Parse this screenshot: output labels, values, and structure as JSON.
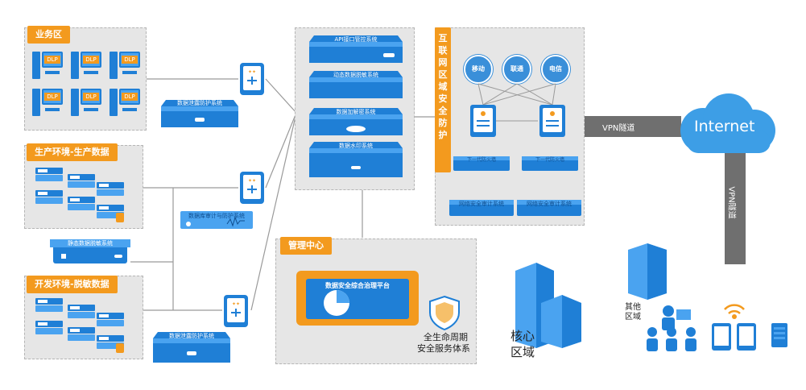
{
  "colors": {
    "accent": "#f39a1e",
    "device": "#1f7fd6",
    "device_dark": "#0f4e8f",
    "tunnel": "#6f6f6f",
    "cloud": "#3d9ee6",
    "zone": "#e6e6e6"
  },
  "zones": {
    "business": "业务区",
    "production": "生产环境-生产数据",
    "development": "开发环境-脱敏数据",
    "management": "管理中心",
    "internet_security": "互联网区域安全防护"
  },
  "dlp_label": "DLP",
  "devices": {
    "dlp_top": "数据泄露防护系统",
    "db_audit": "数据库审计与防护系统",
    "static_mask": "静态数据脱敏系统",
    "dlp_bottom": "数据泄露防护系统",
    "api_gateway": "API接口管控系统",
    "dynamic_mask": "动态数据脱敏系统",
    "encrypt": "数据加解密系统",
    "watermark": "数据水印系统",
    "firewall_1": "下一代防火墙",
    "firewall_2": "下一代防火墙",
    "nsa_1": "网络安全审计系统",
    "nsa_2": "网络安全审计系统"
  },
  "carriers": [
    "移动",
    "联通",
    "电信"
  ],
  "platform": "数据安全综合治理平台",
  "lifecycle": {
    "line1": "全生命周期",
    "line2": "安全服务体系"
  },
  "tunnels": {
    "horizontal": "VPN隧道",
    "vertical": "VPN隧道"
  },
  "internet": "Internet",
  "core": {
    "line1": "核心",
    "line2": "区域"
  },
  "other": {
    "line1": "其他",
    "line2": "区域"
  }
}
